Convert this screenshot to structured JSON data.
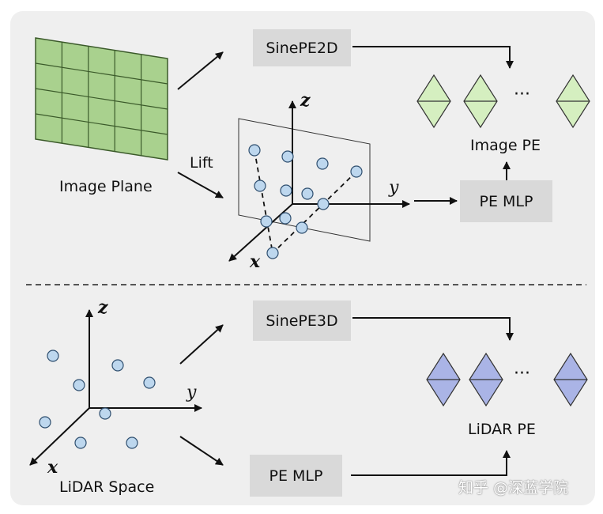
{
  "top": {
    "image_plane_label": "Image Plane",
    "lift_label": "Lift",
    "sinepe_box": "SinePE2D",
    "pe_mlp_box": "PE MLP",
    "output_label": "Image PE",
    "ellipsis": "···",
    "axis_x": "x",
    "axis_y": "y",
    "axis_z": "z"
  },
  "bottom": {
    "space_label": "LiDAR Space",
    "sinepe_box": "SinePE3D",
    "pe_mlp_box": "PE MLP",
    "output_label": "LiDAR PE",
    "ellipsis": "···",
    "axis_x": "x",
    "axis_y": "y",
    "axis_z": "z"
  },
  "watermark": "知乎 @深蓝学院",
  "colors": {
    "panel": "#efefef",
    "box": "#d9d9d9",
    "grid_fill": "#a9d18e",
    "image_token": "#d5efc0",
    "lidar_token": "#aab4e6",
    "point": "#bdd7ee"
  }
}
